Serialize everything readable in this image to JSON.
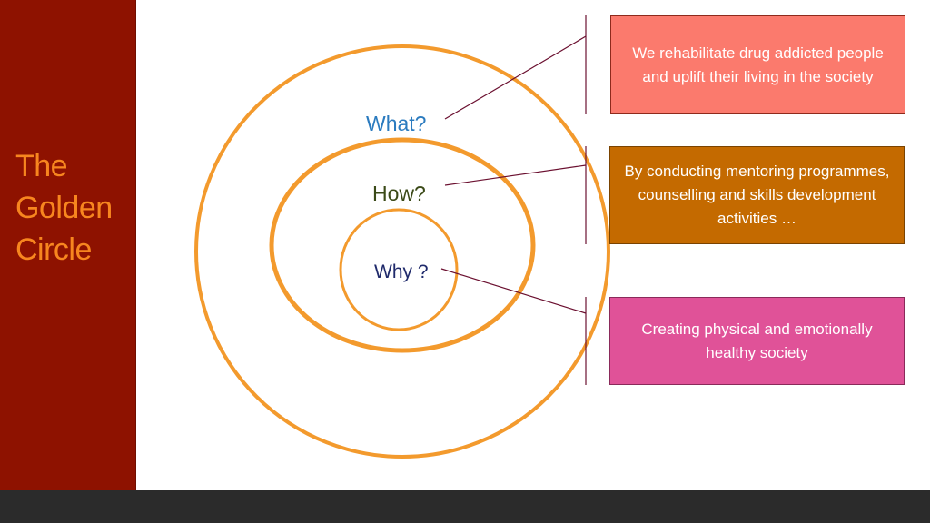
{
  "slide": {
    "title_lines": [
      "The",
      "Golden",
      "Circle"
    ]
  },
  "rings": {
    "outer_label": "What?",
    "middle_label": "How?",
    "inner_label": "Why ?"
  },
  "boxes": {
    "what_text": "We rehabilitate drug addicted people and uplift their living in the society",
    "how_text": "By conducting mentoring programmes, counselling and skills development activities …",
    "why_text": "Creating physical and emotionally healthy society"
  },
  "colors": {
    "side_panel": "#8e1200",
    "title_text": "#f7861f",
    "ring_stroke": "#f39a2d",
    "what_box": "#fb7a6d",
    "how_box": "#c46a00",
    "why_box": "#e05298",
    "connector": "#6b1030",
    "bottom_bar": "#2b2b2b"
  }
}
